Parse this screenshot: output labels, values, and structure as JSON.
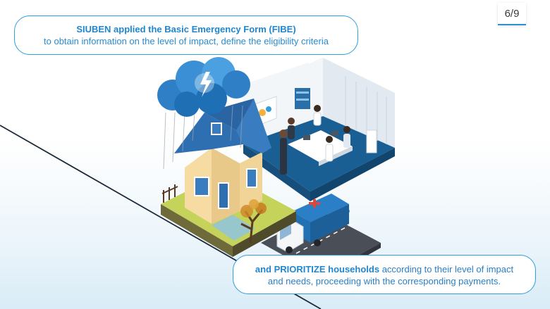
{
  "page_indicator": "6/9",
  "top_callout": {
    "headline": "SIUBEN applied the Basic Emergency Form (FIBE)",
    "body": "to obtain information on the level of impact, define the eligibility criteria"
  },
  "bottom_callout": {
    "headline": "and PRIORITIZE households",
    "body_line1": "according to their level of impact",
    "body_line2": "and needs, proceeding with the corresponding payments."
  },
  "colors": {
    "accent": "#2e9fd8",
    "text_blue": "#1f86cf",
    "floor_blue": "#1a5f94",
    "dark_line": "#1d2a3a"
  }
}
